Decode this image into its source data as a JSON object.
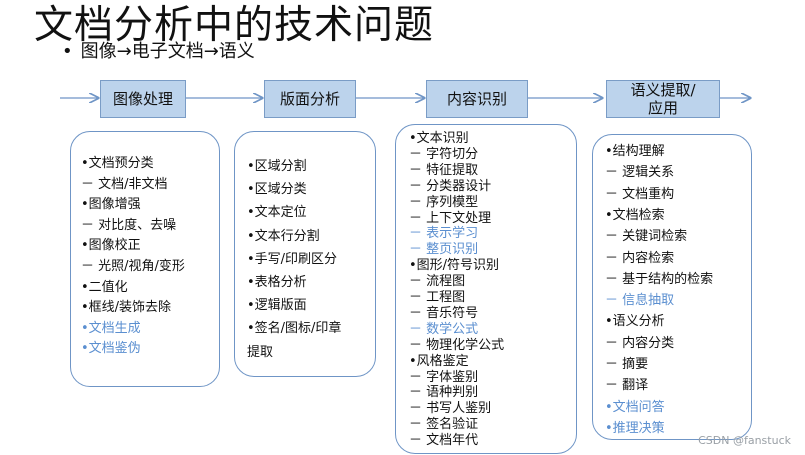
{
  "title": "文档分析中的技术问题",
  "subtitle": "图像→电子文档→语义",
  "bullet": "•",
  "accent_color": "#5b8fd0",
  "stage_fill": "#bcd3ec",
  "stages": [
    {
      "label": "图像处理"
    },
    {
      "label": "版面分析"
    },
    {
      "label": "内容识别"
    },
    {
      "label": "语义提取/\n应用"
    }
  ],
  "panels": [
    {
      "items": [
        {
          "text": "•文档预分类",
          "hi": false
        },
        {
          "text": "－ 文档/非文档",
          "hi": false
        },
        {
          "text": "•图像增强",
          "hi": false
        },
        {
          "text": "－ 对比度、去噪",
          "hi": false
        },
        {
          "text": "•图像校正",
          "hi": false
        },
        {
          "text": "－ 光照/视角/变形",
          "hi": false
        },
        {
          "text": "•二值化",
          "hi": false
        },
        {
          "text": "•框线/装饰去除",
          "hi": false
        },
        {
          "text": "•文档生成",
          "hi": true
        },
        {
          "text": "•文档鉴伪",
          "hi": true
        }
      ]
    },
    {
      "items": [
        {
          "text": "•区域分割",
          "hi": false
        },
        {
          "text": "•区域分类",
          "hi": false
        },
        {
          "text": "•文本定位",
          "hi": false
        },
        {
          "text": "•文本行分割",
          "hi": false
        },
        {
          "text": "•手写/印刷区分",
          "hi": false
        },
        {
          "text": "•表格分析",
          "hi": false
        },
        {
          "text": "•逻辑版面",
          "hi": false
        },
        {
          "text": "•签名/图标/印章",
          "hi": false
        },
        {
          "text": "提取",
          "hi": false
        }
      ]
    },
    {
      "items": [
        {
          "text": "•文本识别",
          "hi": false
        },
        {
          "text": "－ 字符切分",
          "hi": false
        },
        {
          "text": "－ 特征提取",
          "hi": false
        },
        {
          "text": "－ 分类器设计",
          "hi": false
        },
        {
          "text": "－ 序列模型",
          "hi": false
        },
        {
          "text": "－ 上下文处理",
          "hi": false
        },
        {
          "text": "－ 表示学习",
          "hi": true
        },
        {
          "text": "－ 整页识别",
          "hi": true
        },
        {
          "text": "•图形/符号识别",
          "hi": false
        },
        {
          "text": "－ 流程图",
          "hi": false
        },
        {
          "text": "－ 工程图",
          "hi": false
        },
        {
          "text": "－ 音乐符号",
          "hi": false
        },
        {
          "text": "－ 数学公式",
          "hi": true
        },
        {
          "text": "－ 物理化学公式",
          "hi": false
        },
        {
          "text": "•风格鉴定",
          "hi": false
        },
        {
          "text": "－ 字体鉴别",
          "hi": false
        },
        {
          "text": "－ 语种判别",
          "hi": false
        },
        {
          "text": "－ 书写人鉴别",
          "hi": false
        },
        {
          "text": "－  签名验证",
          "hi": false
        },
        {
          "text": "－  文档年代",
          "hi": false
        }
      ]
    },
    {
      "items": [
        {
          "text": "•结构理解",
          "hi": false
        },
        {
          "text": "－ 逻辑关系",
          "hi": false
        },
        {
          "text": "－ 文档重构",
          "hi": false
        },
        {
          "text": "•文档检索",
          "hi": false
        },
        {
          "text": "－ 关键词检索",
          "hi": false
        },
        {
          "text": "－ 内容检索",
          "hi": false
        },
        {
          "text": "－ 基于结构的检索",
          "hi": false
        },
        {
          "text": "－ 信息抽取",
          "hi": true
        },
        {
          "text": "•语义分析",
          "hi": false
        },
        {
          "text": "－ 内容分类",
          "hi": false
        },
        {
          "text": "－ 摘要",
          "hi": false
        },
        {
          "text": "－ 翻译",
          "hi": false
        },
        {
          "text": "•文档问答",
          "hi": true
        },
        {
          "text": "•推理决策",
          "hi": true
        }
      ]
    }
  ],
  "watermark": "CSDN @fanstuck"
}
